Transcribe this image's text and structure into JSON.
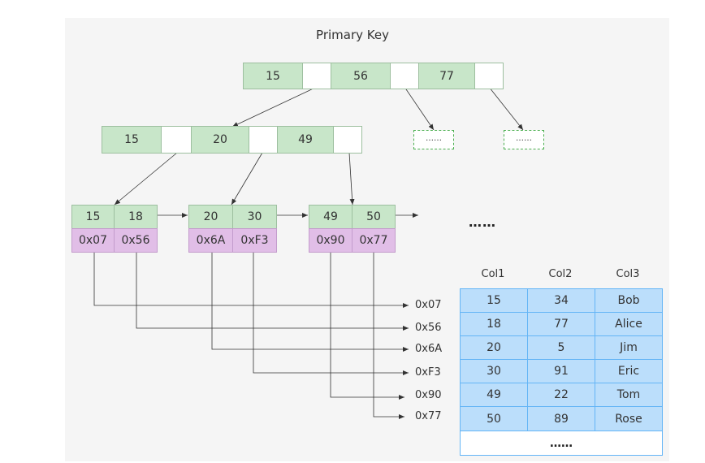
{
  "title": "Primary Key",
  "root_keys": [
    "15",
    "56",
    "77"
  ],
  "internal_keys": [
    "15",
    "20",
    "49"
  ],
  "stub_label": "……",
  "leaves": [
    {
      "keys": [
        "15",
        "18"
      ],
      "addrs": [
        "0x07",
        "0x56"
      ]
    },
    {
      "keys": [
        "20",
        "30"
      ],
      "addrs": [
        "0x6A",
        "0xF3"
      ]
    },
    {
      "keys": [
        "49",
        "50"
      ],
      "addrs": [
        "0x90",
        "0x77"
      ]
    }
  ],
  "leaf_ellipsis": "……",
  "row_addresses": [
    "0x07",
    "0x56",
    "0x6A",
    "0xF3",
    "0x90",
    "0x77"
  ],
  "table": {
    "headers": [
      "Col1",
      "Col2",
      "Col3"
    ],
    "rows": [
      [
        "15",
        "34",
        "Bob"
      ],
      [
        "18",
        "77",
        "Alice"
      ],
      [
        "20",
        "5",
        "Jim"
      ],
      [
        "30",
        "91",
        "Eric"
      ],
      [
        "49",
        "22",
        "Tom"
      ],
      [
        "50",
        "89",
        "Rose"
      ]
    ],
    "footer": "……"
  }
}
